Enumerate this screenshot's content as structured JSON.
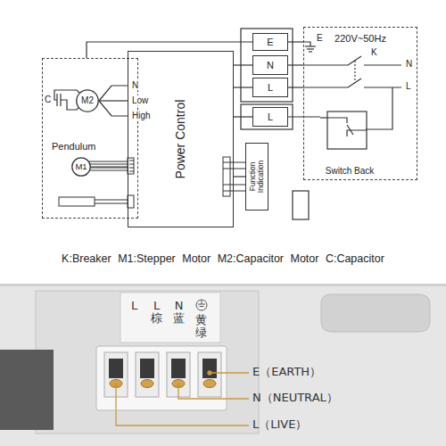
{
  "diagram": {
    "caption": "K:Breaker M1:Stepper Motor M2:Capacitor Motor C:Capacitor",
    "nodes": [
      {
        "text": [
          "Pendulum"
        ]
      },
      {
        "text": [
          "M2"
        ],
        "in": 0
      },
      {
        "text": [
          "M1"
        ],
        "in": 0
      },
      {
        "text": [
          "Power Control"
        ]
      },
      {
        "text": [
          "Function Indication"
        ]
      },
      {
        "text": [
          "E"
        ]
      },
      {
        "text": [
          "N"
        ]
      },
      {
        "text": [
          "L"
        ]
      },
      {
        "text": [
          "L"
        ]
      },
      {
        "text": [
          "220V~50Hz"
        ]
      },
      {
        "text": [
          "Switch Back"
        ],
        "in": 9
      }
    ],
    "edges": [
      {
        "from": 1,
        "to": 3,
        "label": "N",
        "arrow": "none"
      },
      {
        "from": 1,
        "to": 3,
        "label": "Low",
        "arrow": "none"
      },
      {
        "from": 1,
        "to": 3,
        "label": "High",
        "arrow": "none"
      },
      {
        "from": 2,
        "to": 3,
        "arrow": "none"
      },
      {
        "from": 3,
        "to": 6,
        "arrow": "none"
      },
      {
        "from": 3,
        "to": 7,
        "arrow": "none"
      },
      {
        "from": 3,
        "to": 8,
        "arrow": "none"
      },
      {
        "from": 4,
        "to": 3,
        "arrow": "none"
      },
      {
        "from": 0,
        "to": 5,
        "arrow": "none"
      },
      {
        "from": 5,
        "to": 9,
        "arrow": "none"
      },
      {
        "from": 6,
        "to": 9,
        "arrow": "none"
      },
      {
        "from": 7,
        "to": 9,
        "arrow": "none"
      },
      {
        "from": 8,
        "to": 10,
        "arrow": "none"
      }
    ],
    "labels": [
      "C",
      "E",
      "K",
      "N",
      "L",
      "黄绿",
      "N蓝",
      "L棕",
      "L",
      "E（EARTH）",
      "N（NEUTRAL）",
      "L（LIVE）"
    ]
  }
}
